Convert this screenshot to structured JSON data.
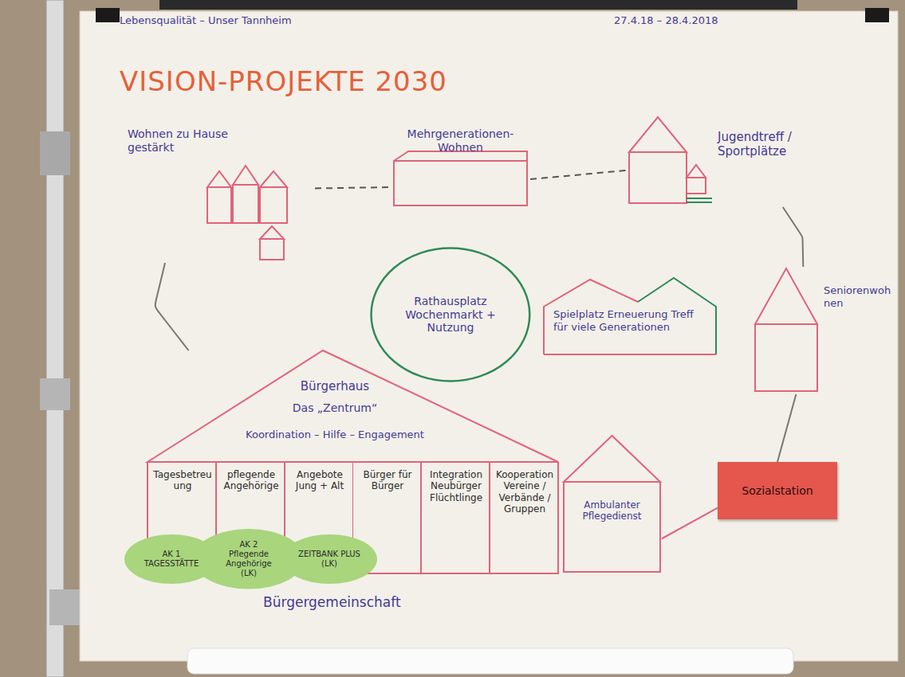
{
  "diagram": {
    "title": "VISION-PROJEKTE 2030",
    "nodes": [
      {
        "text": [
          "Wohnen zu Hause gestärkt"
        ]
      },
      {
        "text": [
          "Mehrgenerationen-Wohnen"
        ]
      },
      {
        "text": [
          "Jugendtreff / Sportplätze"
        ]
      },
      {
        "text": [
          "Rathausplatz Wochenmarkt + Nutzung"
        ]
      },
      {
        "text": [
          "Spielplatz Erneuerung Treff für viele Generationen"
        ]
      },
      {
        "text": [
          "Seniorenwohnen"
        ]
      },
      {
        "text": [
          "Bürgerhaus",
          "Das „Zentrum“",
          "Koordination – Hilfe – Engagement"
        ]
      },
      {
        "text": [
          "Tagesbetreuung"
        ],
        "in": 6
      },
      {
        "text": [
          "pflegende Angehörige"
        ],
        "in": 6
      },
      {
        "text": [
          "Angebote Jung + Alt"
        ],
        "in": 6
      },
      {
        "text": [
          "Bürger für Bürger"
        ],
        "in": 6
      },
      {
        "text": [
          "Integration Neubürger Flüchtlinge"
        ],
        "in": 6
      },
      {
        "text": [
          "Kooperation Vereine / Verbände / Gruppen"
        ],
        "in": 6
      },
      {
        "text": [
          "AK 1",
          "TAGESSTÄTTE"
        ],
        "in": 6
      },
      {
        "text": [
          "AK 2",
          "Pflegende Angehörige",
          "(LK)"
        ],
        "in": 6
      },
      {
        "text": [
          "ZEITBANK PLUS",
          "(LK)"
        ],
        "in": 6
      },
      {
        "text": [
          "Ambulanter Pflegedienst"
        ]
      },
      {
        "text": [
          "Sozialstation"
        ]
      }
    ],
    "edges": [
      {
        "from": 0,
        "to": 1,
        "arrow": "none"
      },
      {
        "from": 1,
        "to": 2,
        "arrow": "none"
      },
      {
        "from": 2,
        "to": 5,
        "arrow": "none"
      },
      {
        "from": 5,
        "to": 17,
        "arrow": "none"
      },
      {
        "from": 17,
        "to": 16,
        "arrow": "none"
      },
      {
        "from": 0,
        "to": 6,
        "arrow": "none"
      }
    ],
    "labels": [
      "Lebensqualität – Unser Tannheim",
      "27.4.18 – 28.4.2018",
      "Bürgergemeinschaft"
    ]
  }
}
